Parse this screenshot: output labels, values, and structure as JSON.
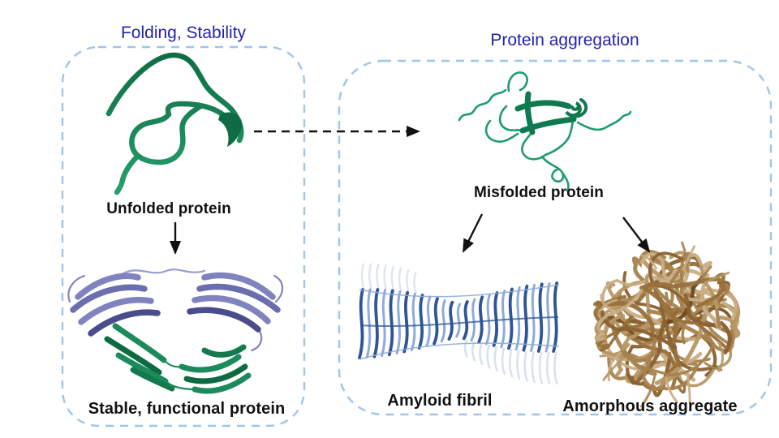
{
  "panels": {
    "folding": {
      "title": "Folding, Stability",
      "unfolded_label": "Unfolded protein",
      "stable_label": "Stable, functional protein"
    },
    "aggregation": {
      "title": "Protein aggregation",
      "misfolded_label": "Misfolded protein",
      "fibril_label": "Amyloid fibril",
      "amorphous_label": "Amorphous aggregate"
    }
  },
  "colors": {
    "title_text": "#2423AB",
    "panel_border": "#9FC5E8",
    "label_text": "#111111",
    "arrow": "#111111",
    "protein_green": "#1B8B5B",
    "protein_green_dark": "#0D6B43",
    "protein_purple": "#8183BE",
    "protein_purple_mid": "#6B6EAE",
    "protein_purple_dark": "#4A4C8C",
    "fibril_blue_dark": "#2E5596",
    "fibril_blue_light": "#8FABD9",
    "aggregate_browns": [
      "#6E481E",
      "#7B5323",
      "#8A6130",
      "#97703A",
      "#A5824E",
      "#B69765",
      "#C9AD84"
    ]
  },
  "illustrations": [
    {
      "name": "unfolded-protein-ribbon"
    },
    {
      "name": "stable-functional-protein-ribbon"
    },
    {
      "name": "misfolded-protein-ribbon"
    },
    {
      "name": "amyloid-fibril-structure"
    },
    {
      "name": "amorphous-aggregate-structure"
    }
  ]
}
